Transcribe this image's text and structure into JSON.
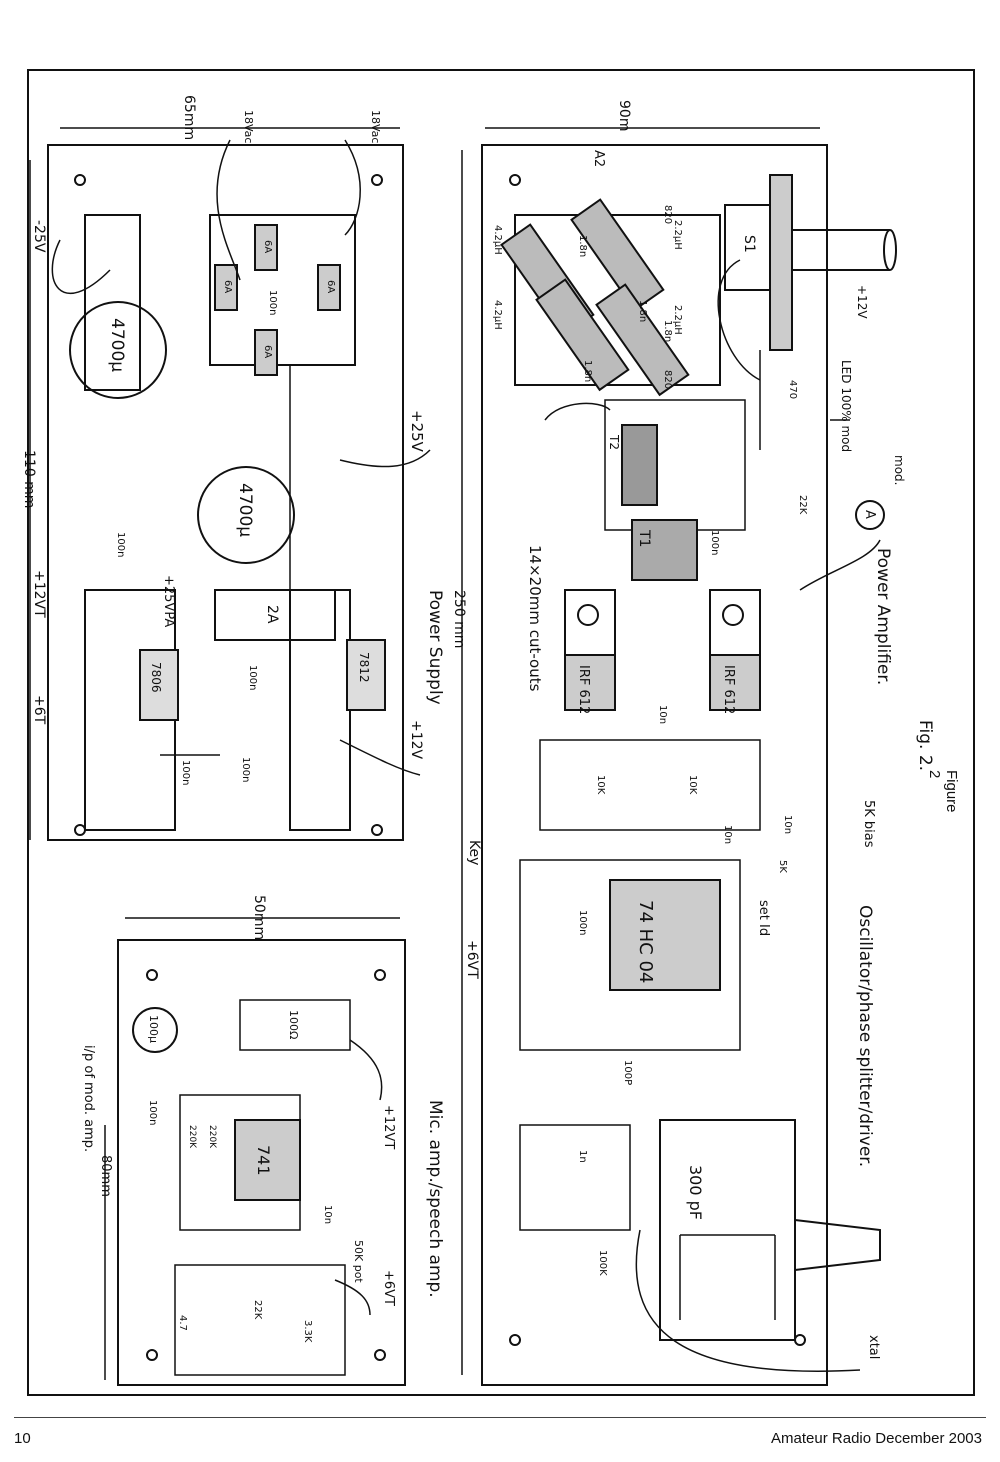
{
  "page": {
    "number": "10",
    "publication": "Amateur Radio December 2003",
    "caption": "Figure 2"
  },
  "figure_title": "Fig. 2.",
  "boards": {
    "power_supply": {
      "title": "Power Supply",
      "dims": {
        "length": "110 mm",
        "width": "65mm"
      },
      "labels": {
        "minus25": "-25V",
        "ac1": "18Vac",
        "ac2": "18Vac",
        "cap1": "4700µ",
        "cap2": "4700µ",
        "plus25": "+25V",
        "plus12vt": "+12VT",
        "plus25vpa": "+25VPA",
        "plus6t": "+6T",
        "plus12v": "+12V",
        "reg1": "7806",
        "reg2": "7812",
        "fuse": "2A",
        "c100n_a": "100n",
        "c100n_b": "100n",
        "c100n_c": "100n",
        "c100n_d": "100n",
        "c100n_e": "100n",
        "d1": "6A",
        "d2": "6A",
        "d3": "6A",
        "d4": "6A"
      }
    },
    "power_amplifier": {
      "title": "Power Amplifier.",
      "dims": {
        "length": "250 mm",
        "width": "90m"
      },
      "labels": {
        "cutouts": "14×20mm cut-outs",
        "fet1": "IRF 612",
        "fet2": "IRF 612",
        "t1": "T1",
        "t2": "T2",
        "s1": "S1",
        "a2": "A2",
        "l1": "4.2µH",
        "l2": "4.2µH",
        "l3": "2.2µH",
        "l4": "2.2µH",
        "c1": "820",
        "c2": "820",
        "c3": "1.8n",
        "c4": "1.8n",
        "c5": "1.8n",
        "c6": "1.8n",
        "led": "LED 100% mod",
        "plus12v": "+12V",
        "mod": "mod.",
        "meter": "A",
        "r470": "470",
        "r22k": "22K",
        "c100n": "100n",
        "bias": "5K bias",
        "c10n_a": "10n",
        "c10n_b": "10n",
        "c10n_c": "10n",
        "r10k_a": "10K",
        "r10k_b": "10K"
      }
    },
    "mic_amp": {
      "title": "Mic. amp./speech amp.",
      "dims": {
        "length": "80mm",
        "width": "50mm"
      },
      "labels": {
        "input": "i/p of mod. amp.",
        "ic": "741",
        "c100u": "100µ",
        "r100": "100Ω",
        "plus12vt": "+12VT",
        "pot": "50K pot",
        "plus6vt": "+6VT",
        "c100n": "100n",
        "c10n": "10n",
        "r220k_a": "220K",
        "r220k_b": "220K",
        "r22k": "22K",
        "r3k3": "3.3K",
        "c47": "4.7"
      }
    },
    "oscillator": {
      "title": "Oscillator/phase splitter/driver.",
      "labels": {
        "key": "Key",
        "plus6vt": "+6VT",
        "ic": "74 HC 04",
        "set_id": "set Id",
        "pot": "5K",
        "c300p": "300 pF",
        "xtal": "xtal",
        "r100k": "100K",
        "c100n": "100n",
        "c100p": "100P",
        "c1n": "1n"
      }
    }
  }
}
